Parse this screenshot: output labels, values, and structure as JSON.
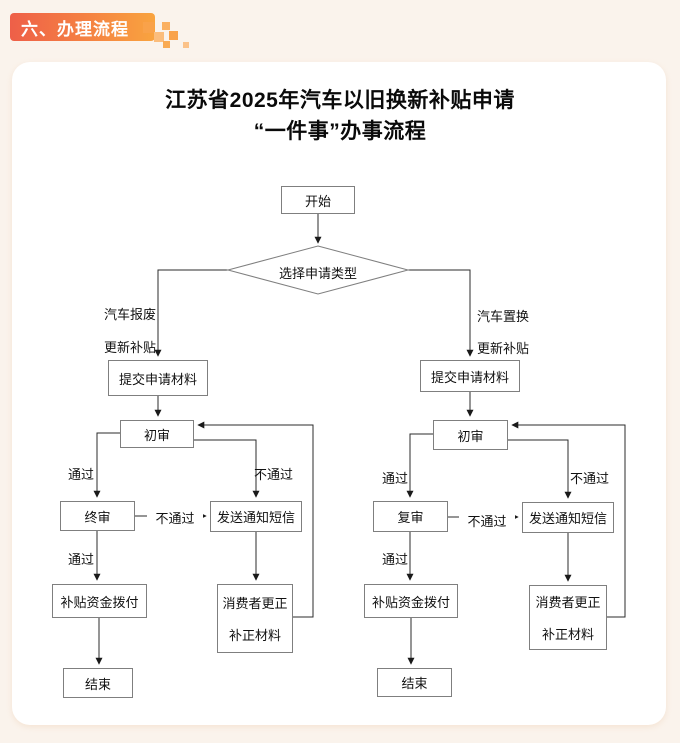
{
  "header": {
    "badge_label": "六、办理流程"
  },
  "colors": {
    "page_bg": "#faf3ec",
    "badge_gradient_start": "#ee5f48",
    "badge_gradient_end": "#f9a43f",
    "card_bg": "#ffffff",
    "flow_line": "#2b2b2b",
    "box_border": "#7f7f7f"
  },
  "flowchart": {
    "title_line1": "江苏省2025年汽车以旧换新补贴申请",
    "title_line2": "“一件事”办事流程",
    "nodes": {
      "start": "开始",
      "decision": "选择申请类型",
      "branch_left_line1": "汽车报废",
      "branch_left_line2": "更新补贴",
      "branch_right_line1": "汽车置换",
      "branch_right_line2": "更新补贴",
      "submit": "提交申请材料",
      "initial_review": "初审",
      "final_review": "终审",
      "re_review": "复审",
      "send_sms": "发送通知短信",
      "funds": "补贴资金拨付",
      "correct_line1": "消费者更正",
      "correct_line2": "补正材料",
      "end": "结束"
    },
    "edge_labels": {
      "pass": "通过",
      "fail": "不通过"
    }
  }
}
